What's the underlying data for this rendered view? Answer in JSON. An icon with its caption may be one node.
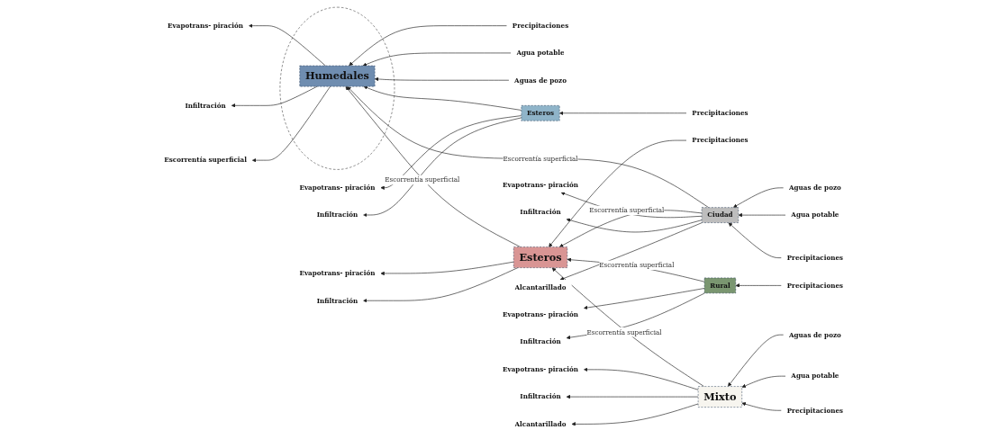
{
  "diagram": {
    "nodes": [
      {
        "text": [],
        "shape": "ellipse"
      },
      {
        "text": [
          "Humedales"
        ],
        "in": 0
      },
      {
        "text": [
          "Precipitaciones"
        ]
      },
      {
        "text": [
          "Agua potable"
        ]
      },
      {
        "text": [
          "Aguas de pozo"
        ]
      },
      {
        "text": [
          "Escorrentía superficial"
        ]
      },
      {
        "text": [
          "Infiltración"
        ]
      },
      {
        "text": [
          "Evapotrans- piración"
        ]
      },
      {
        "text": [
          "Esteros"
        ]
      },
      {
        "text": [
          "Precipitaciones"
        ]
      },
      {
        "text": [
          "Infiltración"
        ]
      },
      {
        "text": [
          "Evapotrans- piración"
        ]
      },
      {
        "text": [
          "Esteros"
        ]
      },
      {
        "text": [
          "Precipitaciones"
        ]
      },
      {
        "text": [
          "Infiltración"
        ]
      },
      {
        "text": [
          "Evapotrans- piración"
        ]
      },
      {
        "text": [
          "Rural"
        ]
      },
      {
        "text": [
          "Precipitaciones"
        ]
      },
      {
        "text": [
          "Infiltración"
        ]
      },
      {
        "text": [
          "Evapotrans- piración"
        ]
      },
      {
        "text": [
          "Mixto"
        ]
      },
      {
        "text": [
          "Precipitaciones"
        ]
      },
      {
        "text": [
          "Agua potable"
        ]
      },
      {
        "text": [
          "Aguas de pozo"
        ]
      },
      {
        "text": [
          "Alcantarillado"
        ]
      },
      {
        "text": [
          "Infiltración"
        ]
      },
      {
        "text": [
          "Evapotrans- piración"
        ]
      },
      {
        "text": [
          "Ciudad"
        ]
      },
      {
        "text": [
          "Precipitaciones"
        ]
      },
      {
        "text": [
          "Agua potable"
        ]
      },
      {
        "text": [
          "Aguas de pozo"
        ]
      },
      {
        "text": [
          "Alcantarillado"
        ]
      },
      {
        "text": [
          "Infiltración"
        ]
      },
      {
        "text": [
          "Evapotrans- piración"
        ]
      }
    ],
    "edges": [
      {
        "from": 2,
        "to": 1,
        "arrow": "to"
      },
      {
        "from": 3,
        "to": 1,
        "arrow": "to"
      },
      {
        "from": 4,
        "to": 1,
        "arrow": "to"
      },
      {
        "from": 1,
        "to": 5,
        "arrow": "to"
      },
      {
        "from": 1,
        "to": 6,
        "arrow": "to"
      },
      {
        "from": 1,
        "to": 7,
        "arrow": "to"
      },
      {
        "from": 9,
        "to": 8,
        "arrow": "to"
      },
      {
        "from": 8,
        "to": 10,
        "arrow": "to"
      },
      {
        "from": 8,
        "to": 11,
        "arrow": "to"
      },
      {
        "from": 8,
        "to": 1,
        "arrow": "to"
      },
      {
        "from": 13,
        "to": 12,
        "arrow": "to"
      },
      {
        "from": 12,
        "to": 14,
        "arrow": "to"
      },
      {
        "from": 12,
        "to": 15,
        "arrow": "to"
      },
      {
        "from": 12,
        "to": 1,
        "arrow": "to",
        "label": "Escorrentía superficial"
      },
      {
        "from": 17,
        "to": 16,
        "arrow": "to"
      },
      {
        "from": 16,
        "to": 18,
        "arrow": "to"
      },
      {
        "from": 16,
        "to": 19,
        "arrow": "to"
      },
      {
        "from": 16,
        "to": 12,
        "arrow": "to",
        "label": "Escorrentía superficial"
      },
      {
        "from": 21,
        "to": 20,
        "arrow": "to"
      },
      {
        "from": 22,
        "to": 20,
        "arrow": "to"
      },
      {
        "from": 23,
        "to": 20,
        "arrow": "to"
      },
      {
        "from": 20,
        "to": 24,
        "arrow": "to"
      },
      {
        "from": 20,
        "to": 25,
        "arrow": "to"
      },
      {
        "from": 20,
        "to": 26,
        "arrow": "to"
      },
      {
        "from": 20,
        "to": 12,
        "arrow": "to",
        "label": "Escorrentía superficial"
      },
      {
        "from": 28,
        "to": 27,
        "arrow": "to"
      },
      {
        "from": 29,
        "to": 27,
        "arrow": "to"
      },
      {
        "from": 30,
        "to": 27,
        "arrow": "to"
      },
      {
        "from": 27,
        "to": 31,
        "arrow": "to"
      },
      {
        "from": 27,
        "to": 32,
        "arrow": "to"
      },
      {
        "from": 27,
        "to": 33,
        "arrow": "to"
      },
      {
        "from": 27,
        "to": 12,
        "arrow": "to",
        "label": "Escorrentía superficial"
      },
      {
        "from": 27,
        "to": 1,
        "arrow": "to",
        "label": "Escorrentía superficial"
      }
    ]
  }
}
